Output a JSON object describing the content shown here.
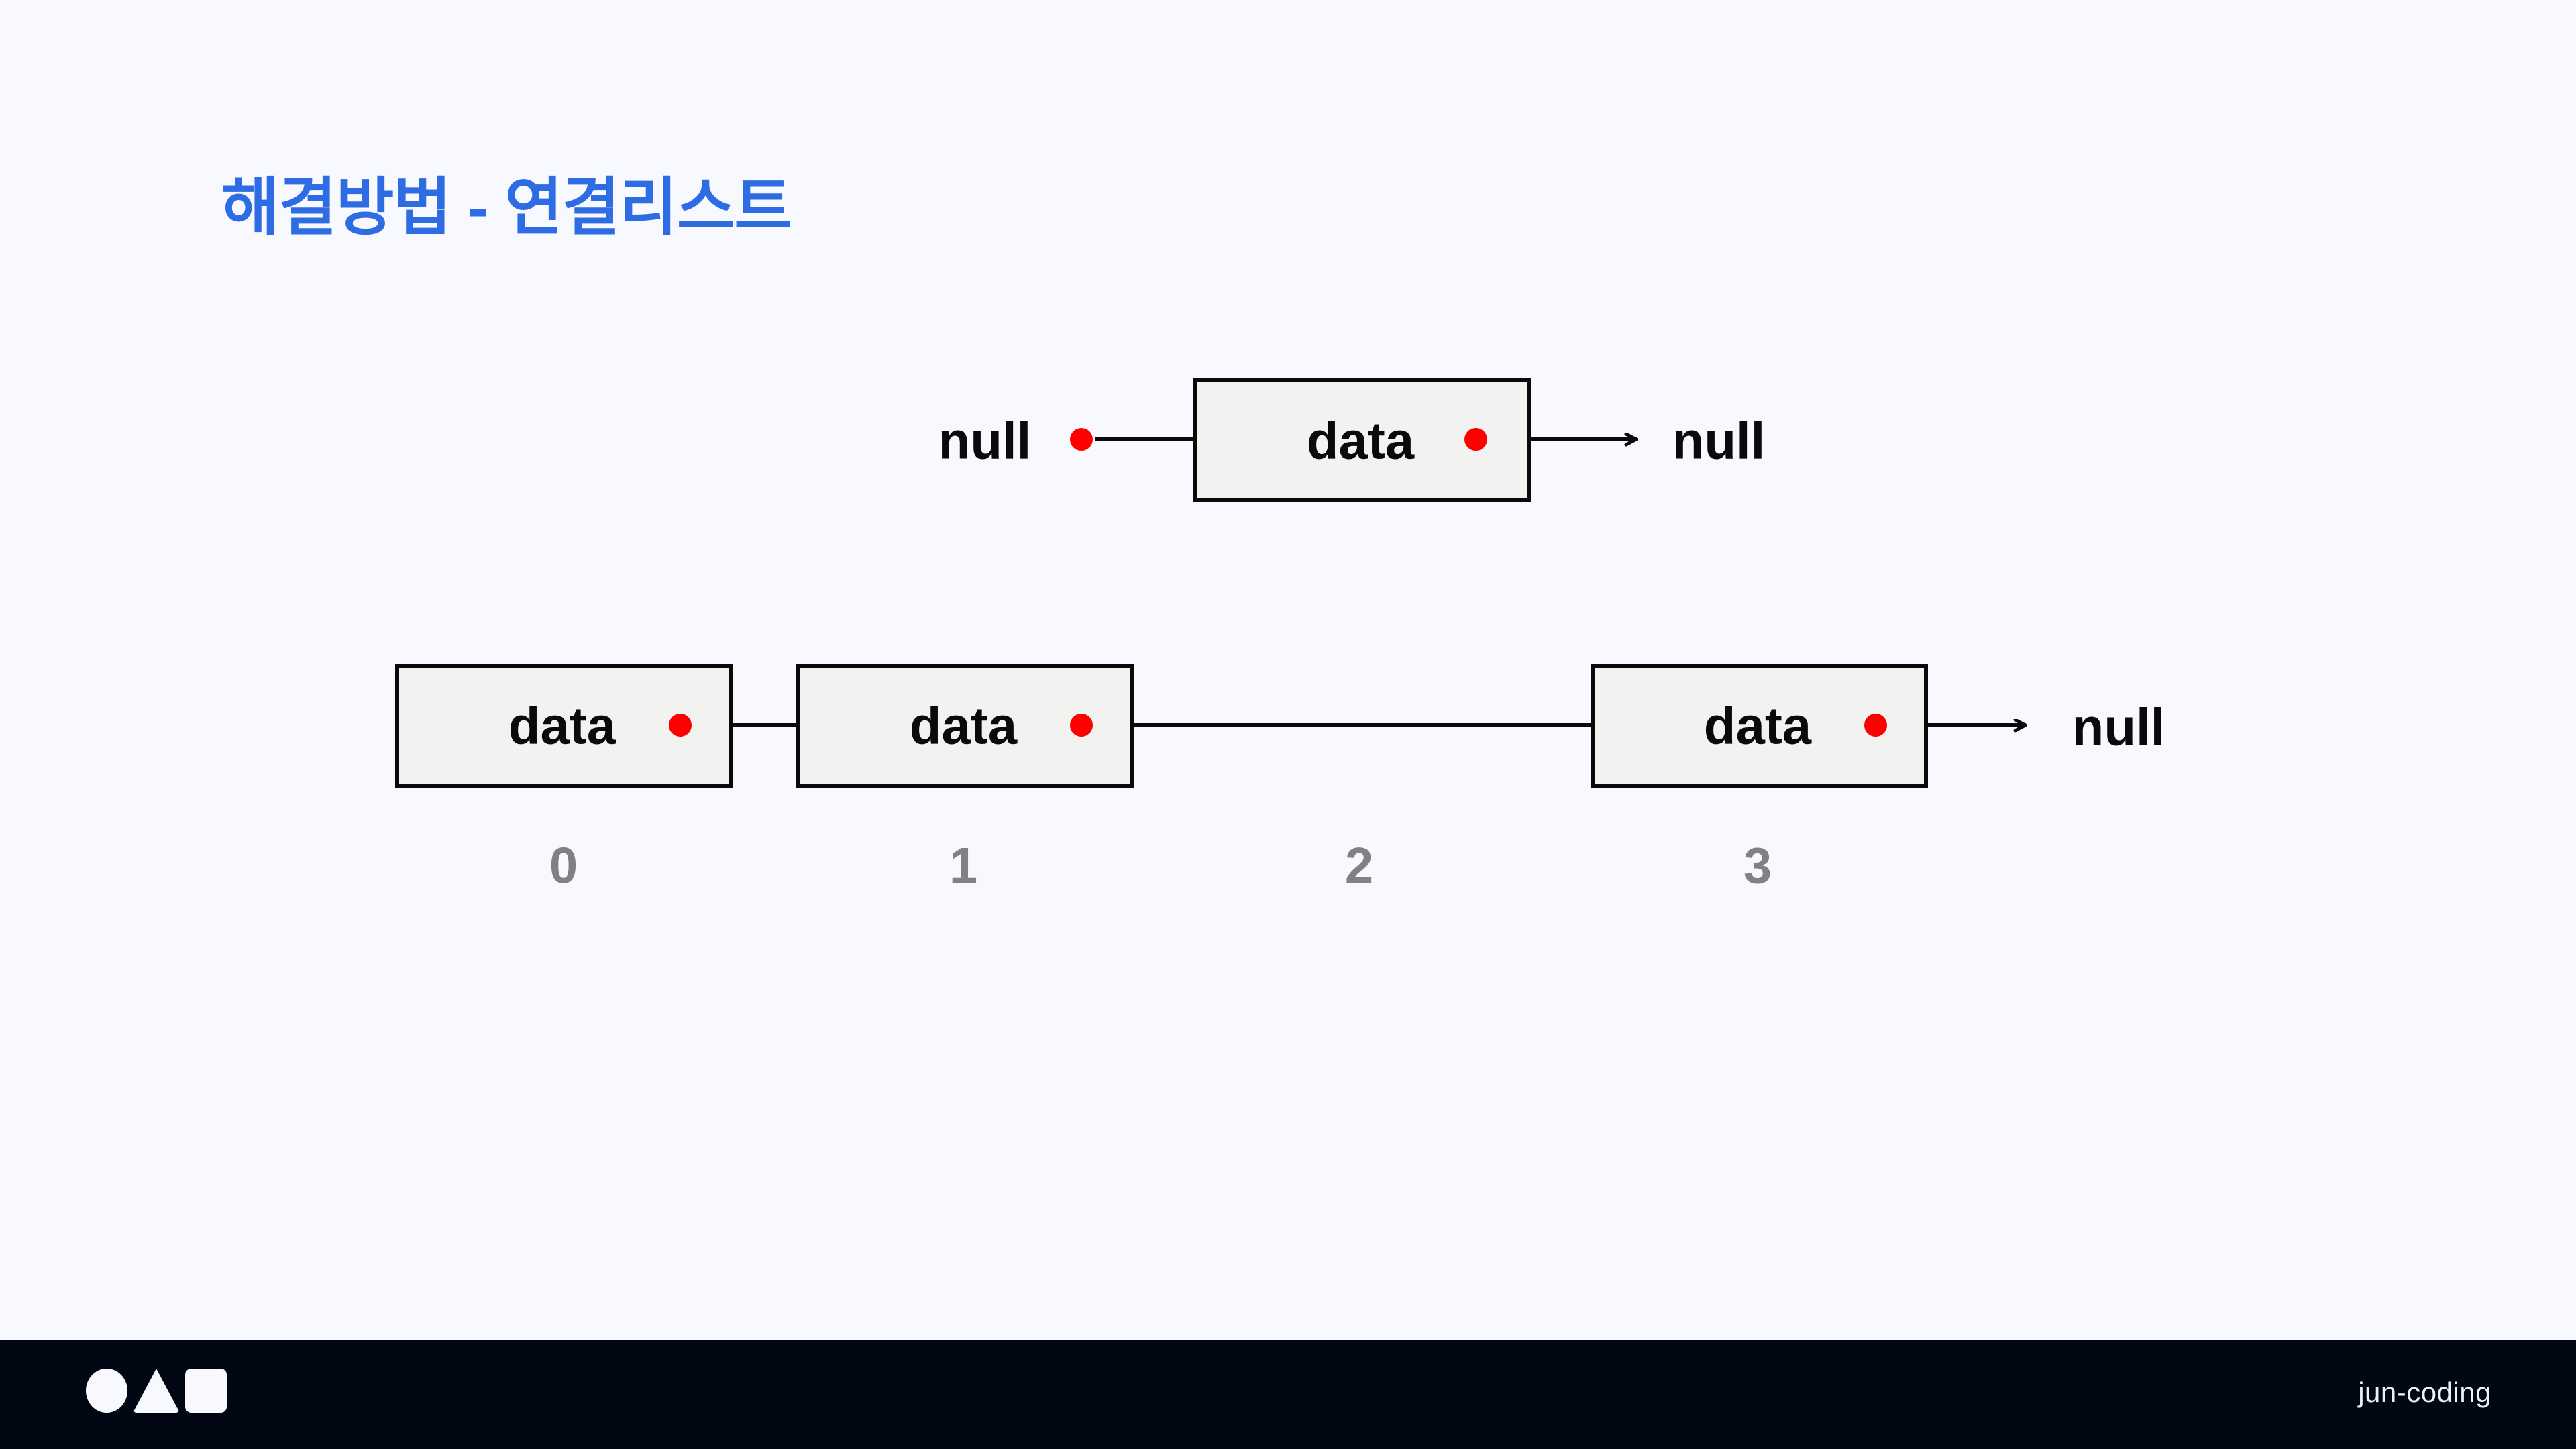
{
  "page": {
    "background_color": "#f8f9ff",
    "title": "해결방법 - 연결리스트",
    "title_color": "#2e6ce4"
  },
  "diagram": {
    "node_fill": "#f2f2f0",
    "node_border": "#0a0a0a",
    "pointer_dot_color": "#ff0000",
    "arrow_color": "#0a0a0a",
    "index_color": "#808183",
    "rows": [
      {
        "name": "single-node-row",
        "items": [
          {
            "kind": "text",
            "label": "null",
            "has_dot": true
          },
          {
            "kind": "node",
            "label": "data",
            "has_dot": true
          },
          {
            "kind": "text",
            "label": "null",
            "has_dot": false
          }
        ]
      },
      {
        "name": "linked-list-row",
        "items": [
          {
            "kind": "node",
            "label": "data",
            "has_dot": true,
            "index": "0"
          },
          {
            "kind": "node",
            "label": "data",
            "has_dot": true,
            "index": "1"
          },
          {
            "kind": "gap",
            "label": "",
            "has_dot": false,
            "index": "2"
          },
          {
            "kind": "node",
            "label": "data",
            "has_dot": true,
            "index": "3"
          },
          {
            "kind": "text",
            "label": "null",
            "has_dot": false
          }
        ]
      }
    ],
    "indices": [
      "0",
      "1",
      "2",
      "3"
    ],
    "node_label": "data",
    "null_label": "null"
  },
  "footer": {
    "background_color": "#000713",
    "brand": "jun-coding",
    "shapes": [
      "circle-icon",
      "triangle-icon",
      "square-icon"
    ]
  }
}
